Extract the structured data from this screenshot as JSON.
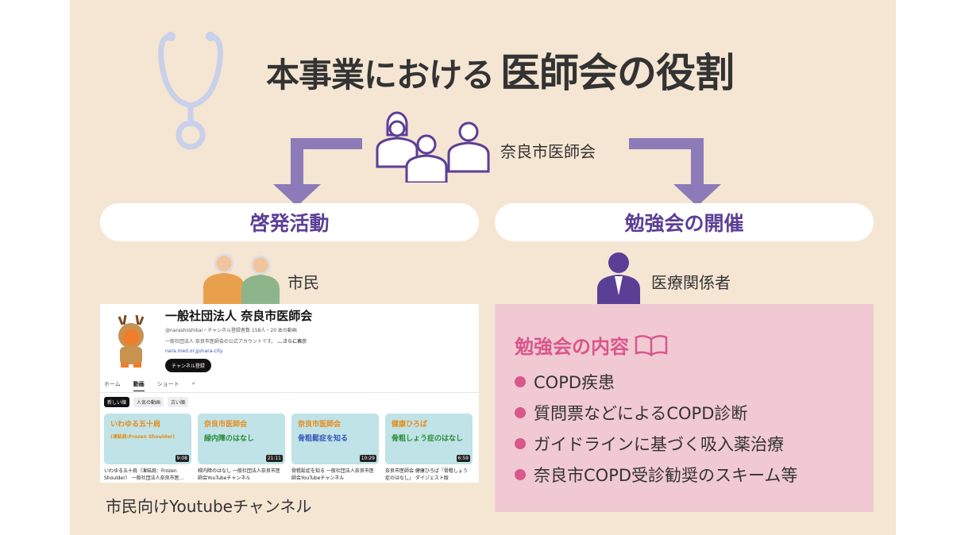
{
  "title": {
    "prefix": "本事業における",
    "emphasis": "医師会の役割"
  },
  "organization": "奈良市医師会",
  "branches": [
    {
      "label": "啓発活動",
      "audience": "市民"
    },
    {
      "label": "勉強会の開催",
      "audience": "医療関係者"
    }
  ],
  "youtube": {
    "channel_name": "一般社団法人 奈良市医師会",
    "handle_meta": "@narashiishikai・チャンネル登録者数 158人・20 本の動画",
    "description": "一般社団法人 奈良市医師会の公式アカウントです。",
    "more": "...さらに表示",
    "link": "nara.med.or.jp/nara-city",
    "subscribe": "チャンネル登録",
    "tabs": [
      "ホーム",
      "動画",
      "ショート"
    ],
    "active_tab": "動画",
    "filters": [
      "新しい順",
      "人気の動画",
      "古い順"
    ],
    "videos": [
      {
        "thumb_line1": "いわゆる五十肩",
        "thumb_line2": "(凍結肩:Frozen Shoulder)",
        "duration": "9:08",
        "title": "いわゆる五十肩（凍結肩：Frozen Shoulder） 一般社団法人奈良市医..."
      },
      {
        "thumb_line1": "奈良市医師会",
        "thumb_line2": "緑内障のはなし",
        "duration": "21:11",
        "title": "緑内障のはなし 一般社団法人奈良市医師会YouTubeチャンネル"
      },
      {
        "thumb_line1": "奈良市医師会",
        "thumb_line2": "骨粗鬆症を知る",
        "duration": "10:29",
        "title": "骨粗鬆症を知る 一般社団法人奈良市医師会YouTubeチャンネル"
      },
      {
        "thumb_line1": "健康ひろば",
        "thumb_line2": "骨粗しょう症のはなし",
        "duration": "6:59",
        "title": "奈良市医師会 健康ひろば「骨粗しょう症のはなし」 ダイジェスト版"
      }
    ]
  },
  "youtube_caption": "市民向けYoutubeチャンネル",
  "study": {
    "heading": "勉強会の内容",
    "items": [
      "COPD疾患",
      "質問票などによるCOPD診断",
      "ガイドラインに基づく吸入薬治療",
      "奈良市COPD受診勧奨のスキーム等"
    ]
  },
  "colors": {
    "background": "#f5e5d3",
    "purple": "#5b3f96",
    "arrow": "#8c7bb8",
    "pink_box": "#f1c9d3",
    "pink_accent": "#d9578a"
  },
  "icons": [
    "stethoscope-icon",
    "doctors-icon",
    "citizens-icon",
    "medical-staff-icon",
    "book-icon"
  ]
}
